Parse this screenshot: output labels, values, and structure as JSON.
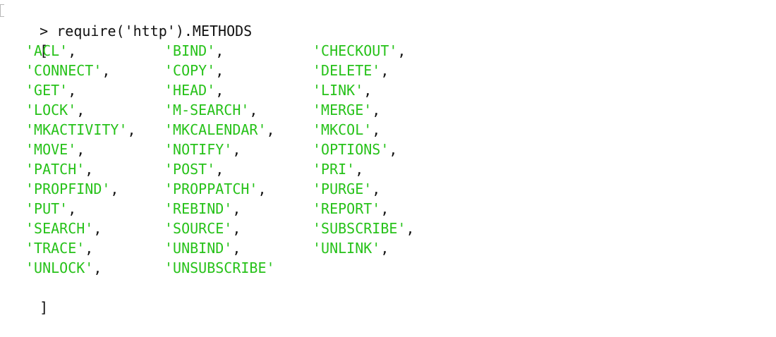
{
  "terminal": {
    "prompt": ">",
    "command": "require('http').METHODS",
    "open_bracket": "[",
    "close_bracket": "]",
    "string_color": "#27c21a",
    "rows": [
      [
        "'ACL'",
        "'BIND'",
        "'CHECKOUT'"
      ],
      [
        "'CONNECT'",
        "'COPY'",
        "'DELETE'"
      ],
      [
        "'GET'",
        "'HEAD'",
        "'LINK'"
      ],
      [
        "'LOCK'",
        "'M-SEARCH'",
        "'MERGE'"
      ],
      [
        "'MKACTIVITY'",
        "'MKCALENDAR'",
        "'MKCOL'"
      ],
      [
        "'MOVE'",
        "'NOTIFY'",
        "'OPTIONS'"
      ],
      [
        "'PATCH'",
        "'POST'",
        "'PRI'"
      ],
      [
        "'PROPFIND'",
        "'PROPPATCH'",
        "'PURGE'"
      ],
      [
        "'PUT'",
        "'REBIND'",
        "'REPORT'"
      ],
      [
        "'SEARCH'",
        "'SOURCE'",
        "'SUBSCRIBE'"
      ],
      [
        "'TRACE'",
        "'UNBIND'",
        "'UNLINK'"
      ],
      [
        "'UNLOCK'",
        "'UNSUBSCRIBE'"
      ]
    ]
  }
}
